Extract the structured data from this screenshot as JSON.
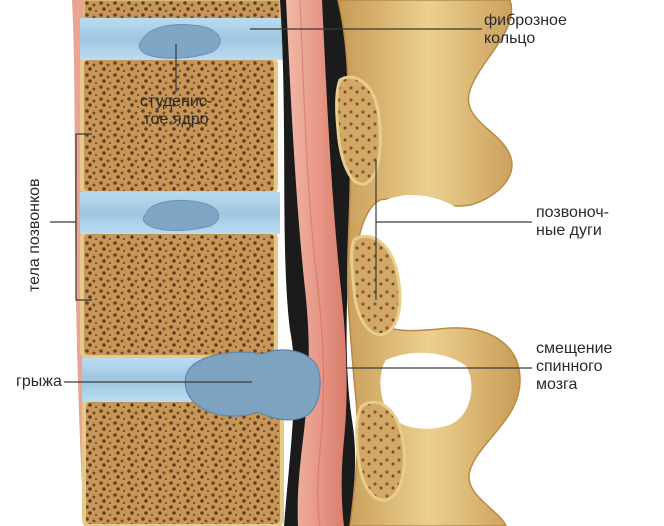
{
  "labels": {
    "annulus": {
      "line1": "фиброзное",
      "line2": "кольцо"
    },
    "nucleus": {
      "line1": "студенис-",
      "line2": "тое ядро"
    },
    "vertebral_bodies": "тела позвонков",
    "vertebral_arches": {
      "line1": "позвоноч-",
      "line2": "ные дуги"
    },
    "hernia": "грыжа",
    "cord_displacement": {
      "line1": "смещение",
      "line2": "спинного",
      "line3": "мозга"
    }
  },
  "colors": {
    "bone": "#e2c27a",
    "bone_porous": "#c39250",
    "pore": "#6a3f1c",
    "disc": "#a9cfe6",
    "nucleus": "#7ea3c1",
    "spinal_cord": "#e8a08c",
    "canal": "#1c1c1c",
    "leader_line": "#3a3a3a"
  }
}
